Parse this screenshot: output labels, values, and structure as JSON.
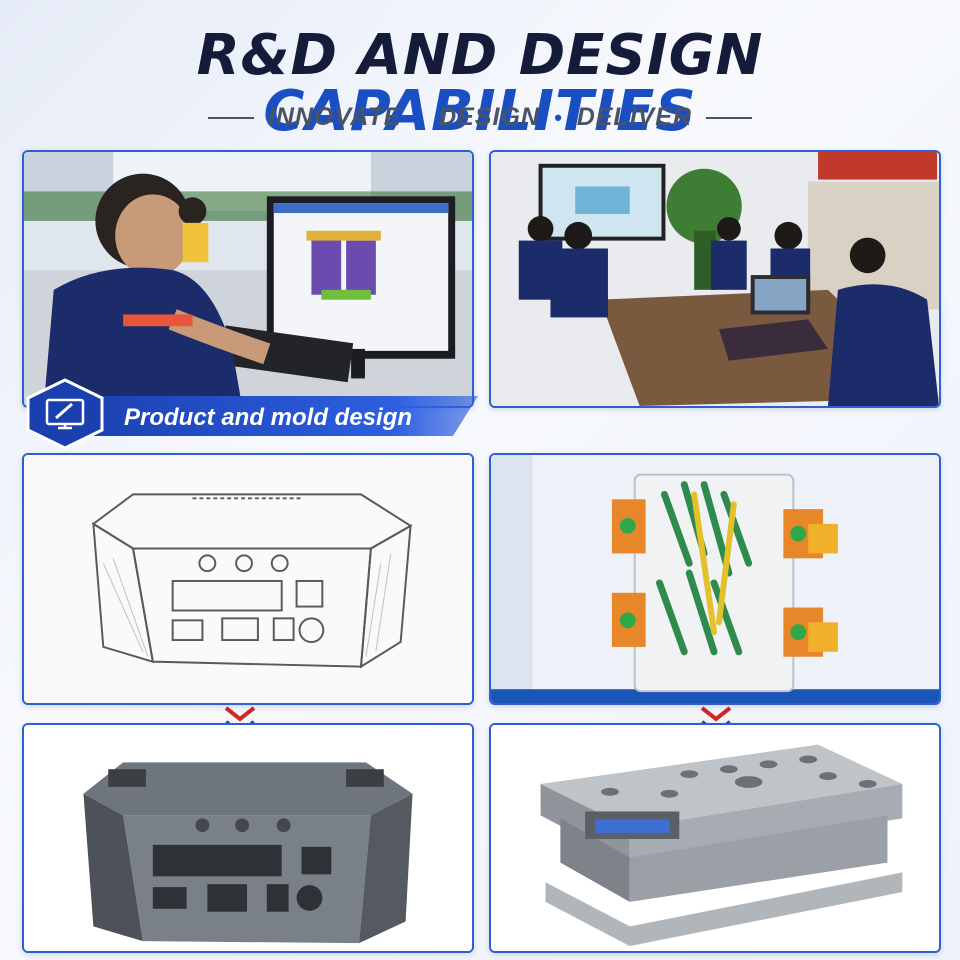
{
  "header": {
    "title_part1": "R&D AND DESIGN",
    "title_part2": "CAPABILITIES",
    "tagline": [
      "INNOVATE",
      "DESIGN",
      "DELIVER"
    ]
  },
  "badge": {
    "label": "Product and mold design",
    "icon": "monitor-pencil-icon"
  },
  "colors": {
    "accent": "#1a4fc4",
    "dark": "#141c3a",
    "border": "#2f5fd0",
    "chevron_red": "#d0262b"
  }
}
